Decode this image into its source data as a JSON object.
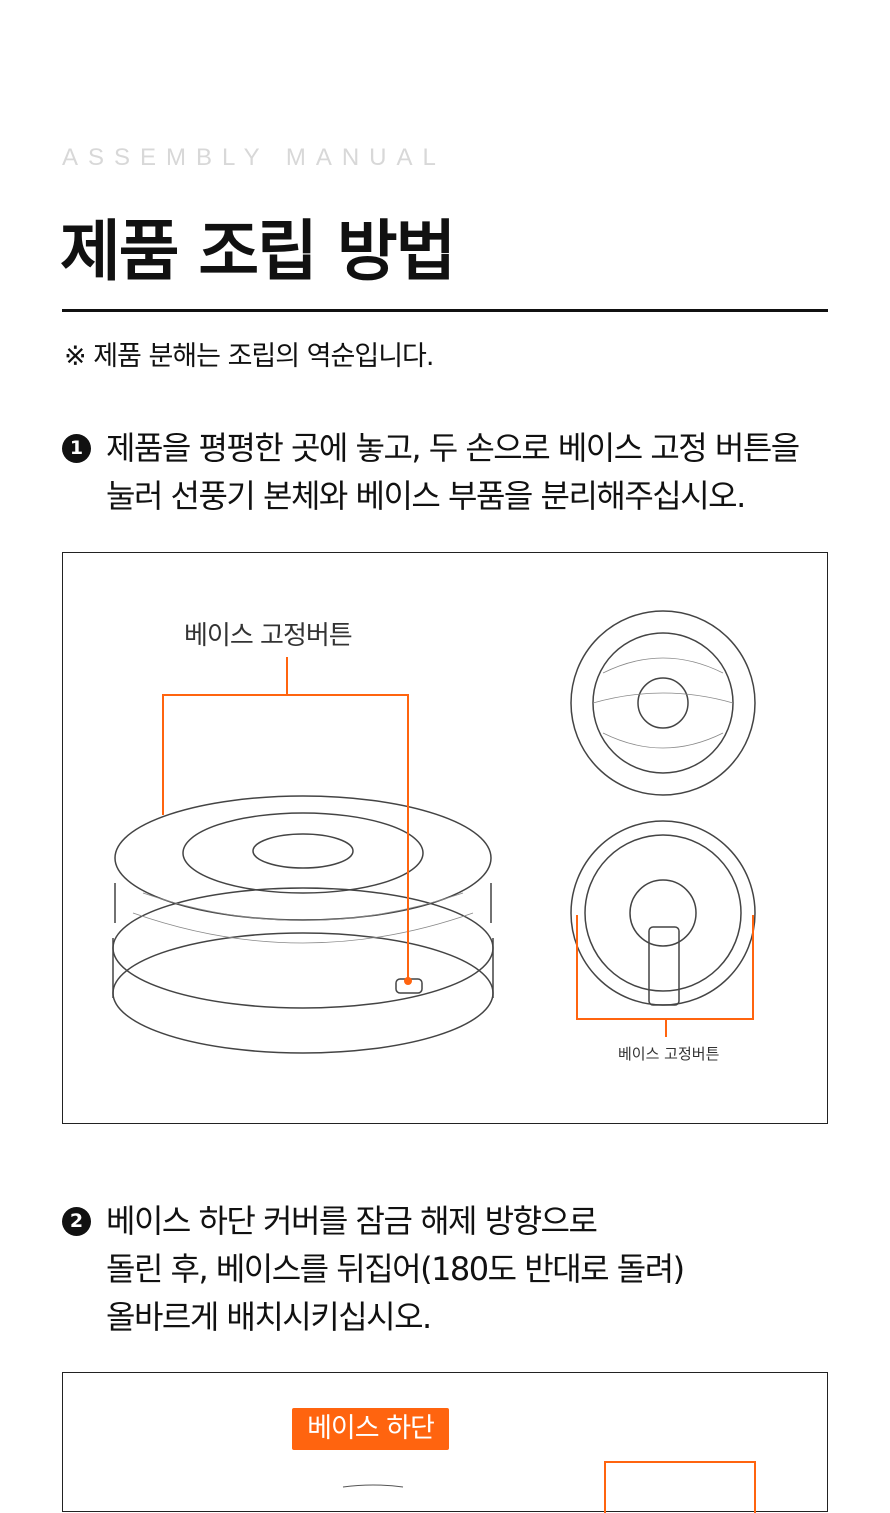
{
  "header": {
    "eyebrow": "ASSEMBLY MANUAL",
    "title": "제품 조립 방법",
    "note": "※ 제품 분해는 조립의 역순입니다."
  },
  "steps": [
    {
      "num": "1",
      "line1": "제품을 평평한 곳에 놓고, 두 손으로 베이스 고정 버튼을",
      "line2": "눌러 선풍기 본체와 베이스 부품을 분리해주십시오."
    },
    {
      "num": "2",
      "line1": "베이스 하단 커버를 잠금 해제 방향으로",
      "line2": "돌린 후, 베이스를 뒤집어(180도 반대로 돌려)",
      "line3": "올바르게 배치시키십시오."
    }
  ],
  "figure1": {
    "label_large": "베이스 고정버튼",
    "label_small": "베이스 고정버튼"
  },
  "figure2": {
    "tag": "베이스 하단"
  },
  "colors": {
    "accent": "#ff640f"
  }
}
